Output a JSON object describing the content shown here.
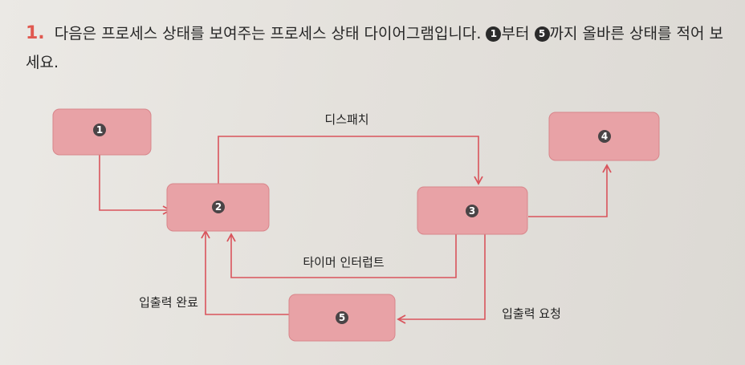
{
  "question": {
    "number": "1.",
    "text_part1": "다음은 프로세스 상태를 보여주는 프로세스 상태 다이어그램입니다.",
    "marker_from": "1",
    "text_part2": "부터",
    "marker_to": "5",
    "text_part3": "까지 올바른 상태를 적어 보세요."
  },
  "diagram": {
    "nodes": [
      {
        "id": "1",
        "label": "1"
      },
      {
        "id": "2",
        "label": "2"
      },
      {
        "id": "3",
        "label": "3"
      },
      {
        "id": "4",
        "label": "4"
      },
      {
        "id": "5",
        "label": "5"
      }
    ],
    "edges": {
      "dispatch": "디스패치",
      "timer_interrupt": "타이머 인터럽트",
      "io_request": "입출력 요청",
      "io_complete": "입출력 완료"
    }
  },
  "colors": {
    "node_fill": "#e8a2a6",
    "node_stroke": "#d8868b",
    "badge": "#4a4446",
    "arrow": "#d9545c",
    "accent_number": "#e0584f"
  }
}
